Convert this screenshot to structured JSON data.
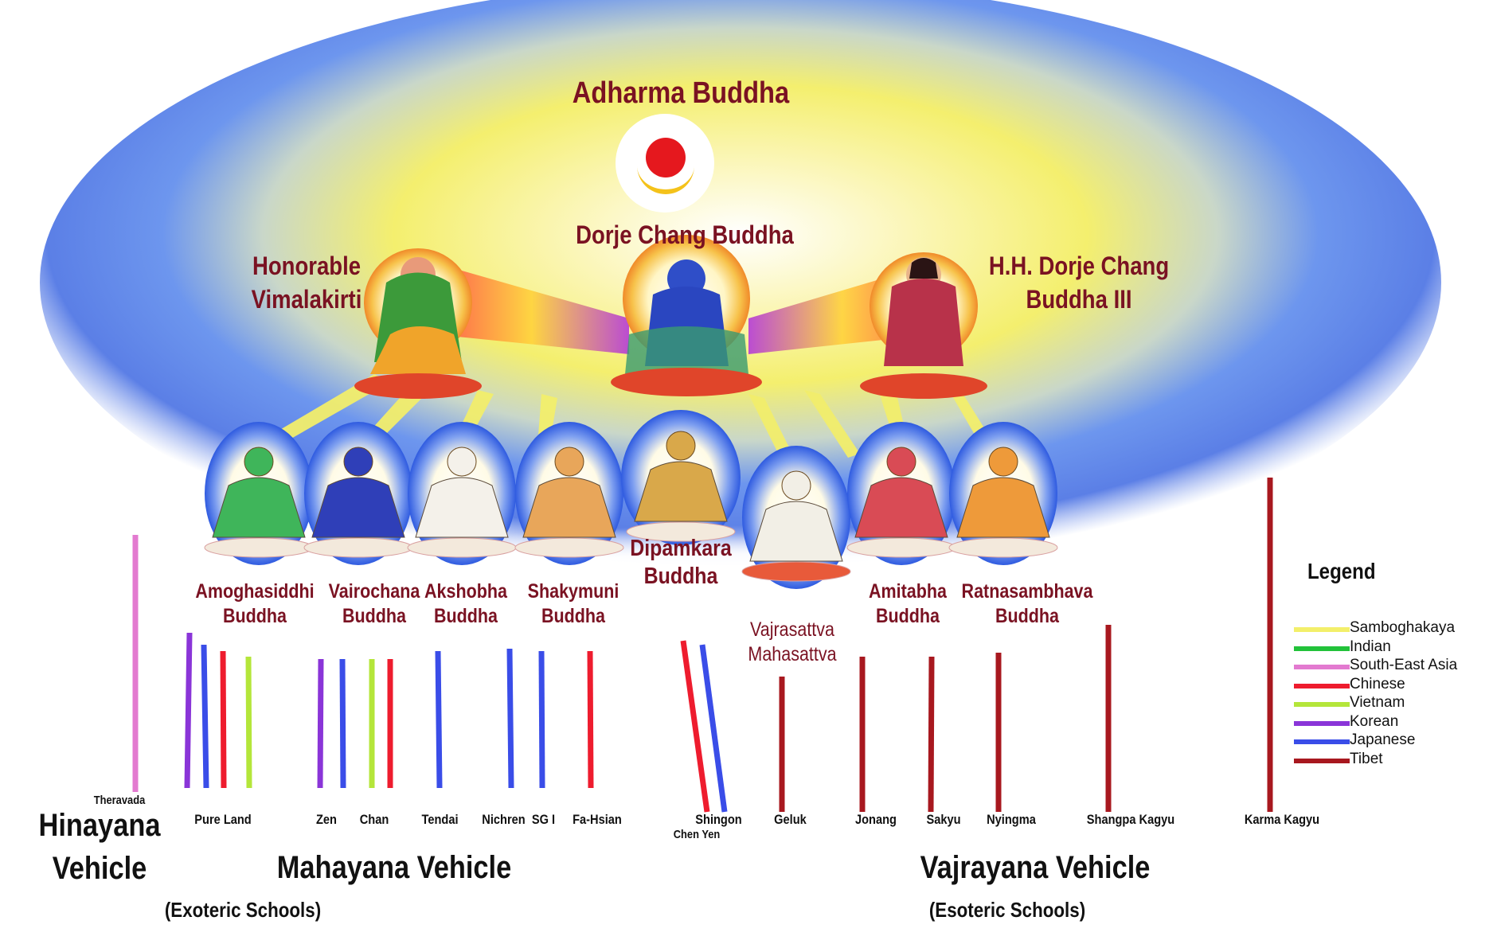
{
  "title": "Adharma Buddha",
  "center": "Dorje Chang Buddha",
  "left_figure": {
    "line1": "Honorable",
    "line2": "Vimalakirti"
  },
  "right_figure": {
    "line1": "H.H. Dorje Chang",
    "line2": "Buddha III"
  },
  "row_buddhas": [
    {
      "line1": "Amoghasiddhi",
      "line2": "Buddha",
      "color": "#3fb55a"
    },
    {
      "line1": "Vairochana",
      "line2": "Buddha",
      "color": "#2f3fb8"
    },
    {
      "line1": "Akshobha",
      "line2": "Buddha",
      "color": "#f4f1ea"
    },
    {
      "line1": "Shakymuni",
      "line2": "Buddha",
      "color": "#e8a65a"
    },
    {
      "line1": "Dipamkara",
      "line2": "Buddha",
      "color": "#d9a84a"
    },
    {
      "line1": "Vajrasattva",
      "line2": "Mahasattva",
      "color": "#f2efe6"
    },
    {
      "line1": "Amitabha",
      "line2": "Buddha",
      "color": "#d94b55"
    },
    {
      "line1": "Ratnasambhava",
      "line2": "Buddha",
      "color": "#ee9a3a"
    }
  ],
  "schools": [
    "Theravada",
    "Pure Land",
    "Zen",
    "Chan",
    "Tendai",
    "Nichren",
    "SG I",
    "Fa-Hsian",
    "Shingon",
    "Chen Yen",
    "Geluk",
    "Jonang",
    "Sakyu",
    "Nyingma",
    "Shangpa Kagyu",
    "Karma Kagyu"
  ],
  "vehicles": {
    "hinayana": {
      "line1": "Hinayana",
      "line2": "Vehicle"
    },
    "mahayana": "Mahayana Vehicle",
    "vajrayana": "Vajrayana Vehicle",
    "exoteric": "(Exoteric  Schools)",
    "esoteric": "(Esoteric Schools)"
  },
  "legend": {
    "title": "Legend",
    "items": [
      {
        "label": "Samboghakaya",
        "color": "#f3ef6a"
      },
      {
        "label": "Indian",
        "color": "#22c23a"
      },
      {
        "label": "South-East Asia",
        "color": "#e37ad0"
      },
      {
        "label": "Chinese",
        "color": "#ee1c2e"
      },
      {
        "label": "Vietnam",
        "color": "#b4e63a"
      },
      {
        "label": "Korean",
        "color": "#8a35d8"
      },
      {
        "label": "Japanese",
        "color": "#3a4de8"
      },
      {
        "label": "Tibet",
        "color": "#a8181f"
      }
    ]
  }
}
